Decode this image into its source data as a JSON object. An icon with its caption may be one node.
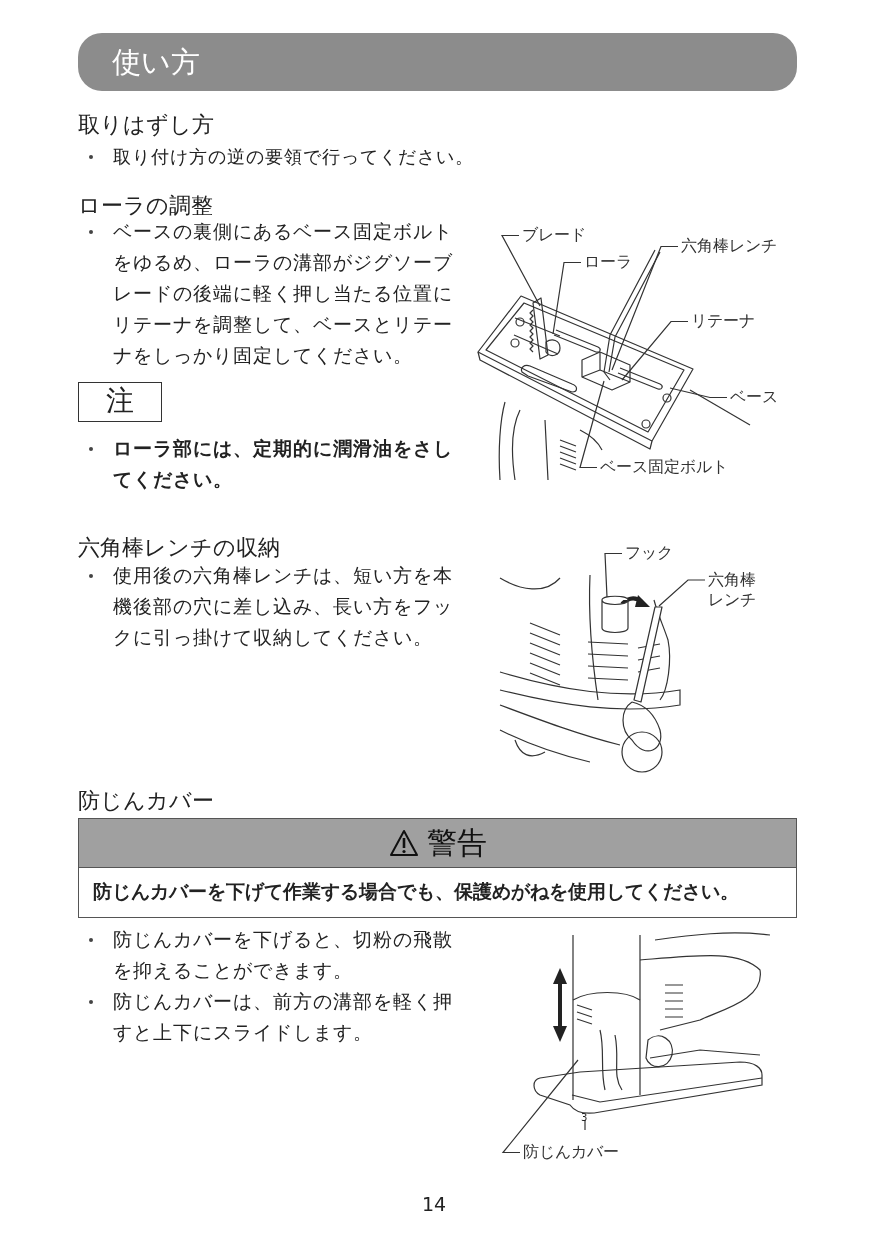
{
  "diagram": {
    "nodes": [
      {
        "text": [
          "使い方"
        ]
      },
      {
        "text": [
          "注"
        ]
      },
      {
        "text": [
          "警告",
          "防じんカバーを下げて作業する場合でも、保護めがねを使用してください。"
        ]
      },
      {
        "text": [
          "ブレード"
        ]
      },
      {
        "text": [
          "ローラ"
        ]
      },
      {
        "text": [
          "六角棒レンチ"
        ]
      },
      {
        "text": [
          "リテーナ"
        ]
      },
      {
        "text": [
          "ベース"
        ]
      },
      {
        "text": [
          "ベース固定ボルト"
        ]
      },
      {
        "text": [
          "フック"
        ]
      },
      {
        "text": [
          "六角棒レンチ"
        ]
      },
      {
        "text": [
          "防じんカバー"
        ]
      },
      {
        "text": [],
        "shape": "picture"
      },
      {
        "text": [],
        "shape": "picture"
      }
    ],
    "edges": [
      {
        "from": 3,
        "to": null,
        "arrow": "none"
      },
      {
        "from": 4,
        "to": null,
        "arrow": "none"
      },
      {
        "from": 5,
        "to": null,
        "arrow": "none"
      },
      {
        "from": 6,
        "to": null,
        "arrow": "none"
      },
      {
        "from": 7,
        "to": null,
        "arrow": "none"
      },
      {
        "from": 8,
        "to": null,
        "arrow": "none"
      },
      {
        "from": 9,
        "to": 13,
        "arrow": "none"
      },
      {
        "from": 10,
        "to": 12,
        "arrow": "none"
      },
      {
        "from": 11,
        "to": null,
        "arrow": "none"
      }
    ],
    "labels": [
      "取りはずし方",
      "取り付け方の逆の要領で行ってください。",
      "ローラの調整",
      "ベースの裏側にあるベース固定ボルトをゆるめ、ローラの溝部がジグソーブレードの後端に軽く押し当たる位置にリテーナを調整して、ベースとリテーナをしっかり固定してください。",
      "ローラ部には、定期的に潤滑油をさしてください。",
      "六角棒レンチの収納",
      "使用後の六角棒レンチは、短い方を本機後部の穴に差し込み、長い方をフックに引っ掛けて収納してください。",
      "防じんカバー",
      "防じんカバーを下げると、切粉の飛散を抑えることができます。",
      "防じんカバーは、前方の溝部を軽く押すと上下にスライドします。",
      "3",
      "14"
    ]
  }
}
